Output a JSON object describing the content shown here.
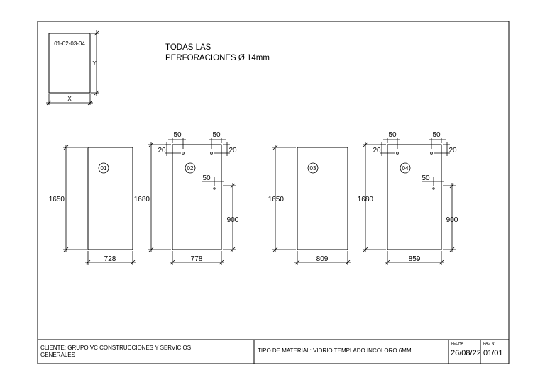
{
  "note": {
    "line1": "TODAS LAS",
    "line2": "PERFORACIONES Ø 14mm"
  },
  "legend": {
    "label": "01-02-03-04",
    "x_label": "X",
    "y_label": "Y"
  },
  "panels": [
    {
      "id": "01",
      "width": "728",
      "height": "1650"
    },
    {
      "id": "02",
      "width": "778",
      "height": "1680",
      "hole_edge": "50",
      "hole_top": "20",
      "hole_side": "50",
      "hole_height": "900"
    },
    {
      "id": "03",
      "width": "809",
      "height": "1650"
    },
    {
      "id": "04",
      "width": "859",
      "height": "1680",
      "hole_edge": "50",
      "hole_top": "20",
      "hole_side": "50",
      "hole_height": "900"
    }
  ],
  "title_block": {
    "client": "CLIENTE: GRUPO VC CONSTRUCCIONES Y SERVICIOS",
    "client_line2": "GENERALES",
    "material": "TIPO DE MATERIAL: VIDRIO TEMPLADO INCOLORO 6MM",
    "date_label": "FECHA",
    "date": "26/08/22",
    "page_label": "PAG N°",
    "page": "01/01"
  }
}
